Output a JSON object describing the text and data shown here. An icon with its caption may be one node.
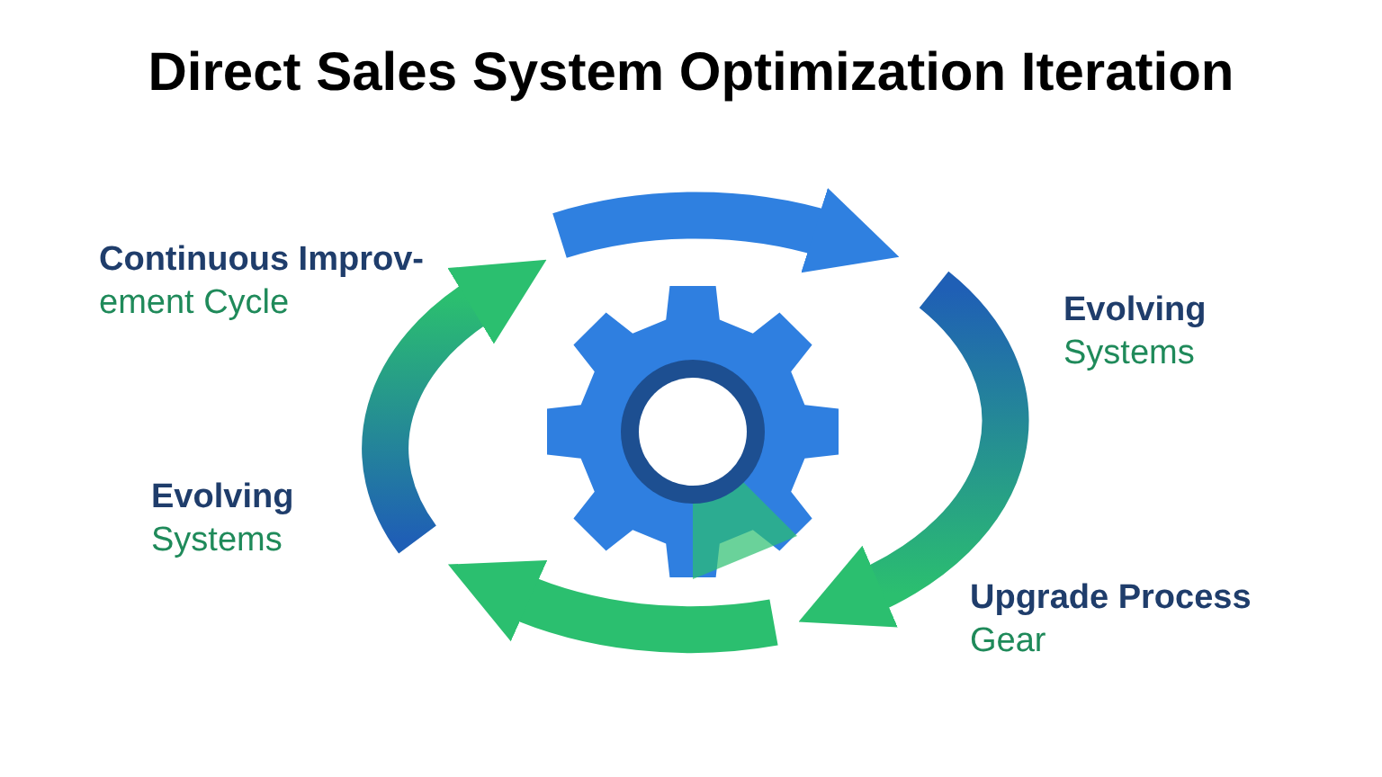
{
  "diagram": {
    "title": "Direct Sales System Optimization Iteration",
    "labels": [
      "Continuous Improv-",
      "ement Cycle",
      "Evolving",
      "Systems",
      "Evolving",
      "Systems",
      "Upgrade Process",
      "Gear"
    ]
  }
}
